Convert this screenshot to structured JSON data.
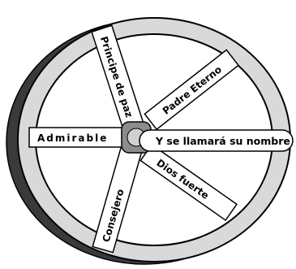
{
  "diagram": {
    "spokes": [
      {
        "id": "principe",
        "label": "Principe de paz"
      },
      {
        "id": "padre",
        "label": "Padre Eterno"
      },
      {
        "id": "dios",
        "label": "Dios fuerte"
      },
      {
        "id": "consejero",
        "label": "Consejero"
      },
      {
        "id": "admirable",
        "label": "Admirable"
      }
    ],
    "hub_label": "Y se llamará su nombre",
    "colors": {
      "tire_dark": "#3a3a3a",
      "rim_light": "#d9d9d9",
      "spoke_fill": "#ffffff",
      "outline": "#000000"
    }
  }
}
